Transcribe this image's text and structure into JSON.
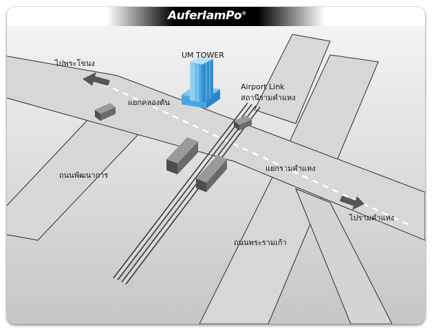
{
  "header": {
    "logo_text": "AuferIamPo",
    "logo_mark": "®"
  },
  "labels": {
    "building": "UM TOWER",
    "airport_link": "Airport Link",
    "station": "สถานีรามคำแหง",
    "to_phra_khanong": "ไปพระโขนง",
    "intersection_khlong_tan": "แยกคลองตัน",
    "road_phatthanakan": "ถนนพัฒนาการ",
    "intersection_ramkhamhaeng": "แยกรามคำแหง",
    "to_ramkhamhaeng": "ไปรามคำแหง",
    "road_rama9": "ถนนพระรามเก้า"
  },
  "colors": {
    "road": "#d7d7d7",
    "road_edge": "#222222",
    "background_top": "#f6f6f6",
    "background_bottom": "#c9c9c9",
    "building": "#5ab4e8",
    "block_top": "#9a9a9a",
    "block_side": "#4a4a4a",
    "arrow": "#555555"
  }
}
